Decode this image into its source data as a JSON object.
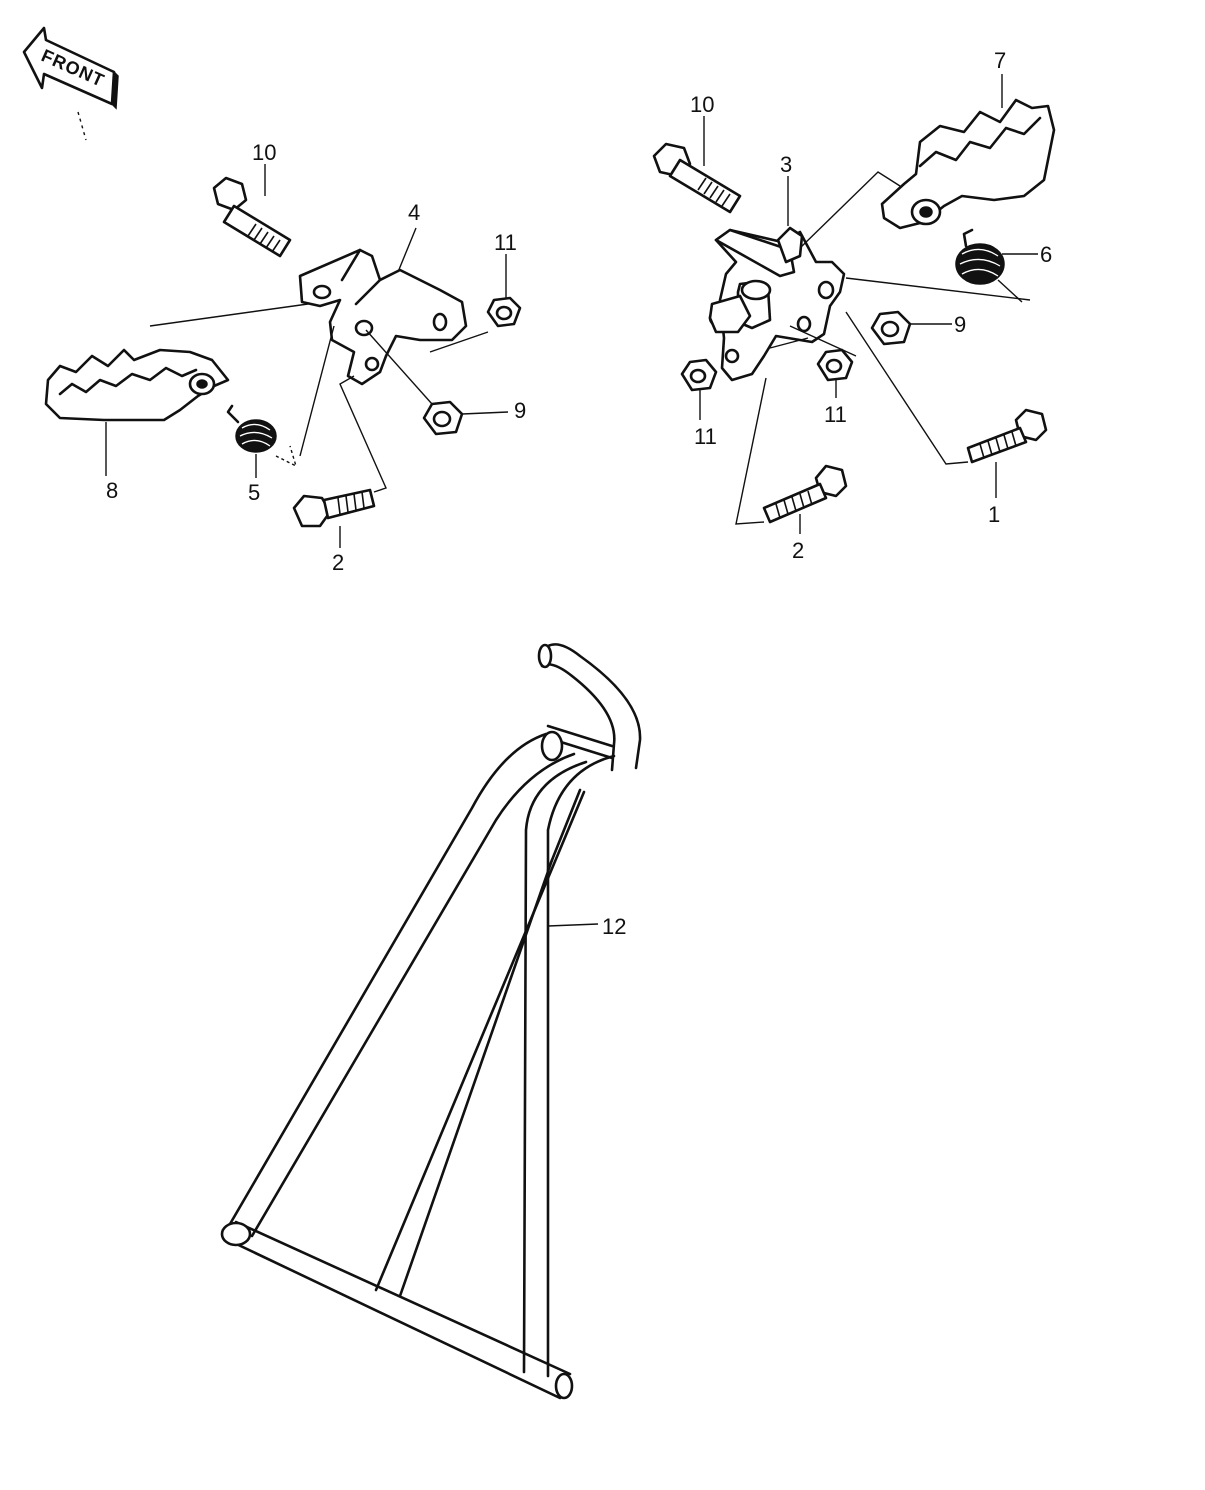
{
  "diagram": {
    "front_label": "FRONT",
    "callouts": {
      "left_bolt_10": "10",
      "left_bracket_4": "4",
      "left_nut_11": "11",
      "left_footpeg_8": "8",
      "left_spring_5": "5",
      "left_nut_9": "9",
      "left_bolt_2": "2",
      "right_bolt_10": "10",
      "right_bracket_3": "3",
      "right_footpeg_7": "7",
      "right_spring_6": "6",
      "right_nut_9": "9",
      "right_nut_11_left": "11",
      "right_nut_11_right": "11",
      "right_bolt_1": "1",
      "right_bolt_2": "2",
      "stand_12": "12"
    }
  }
}
